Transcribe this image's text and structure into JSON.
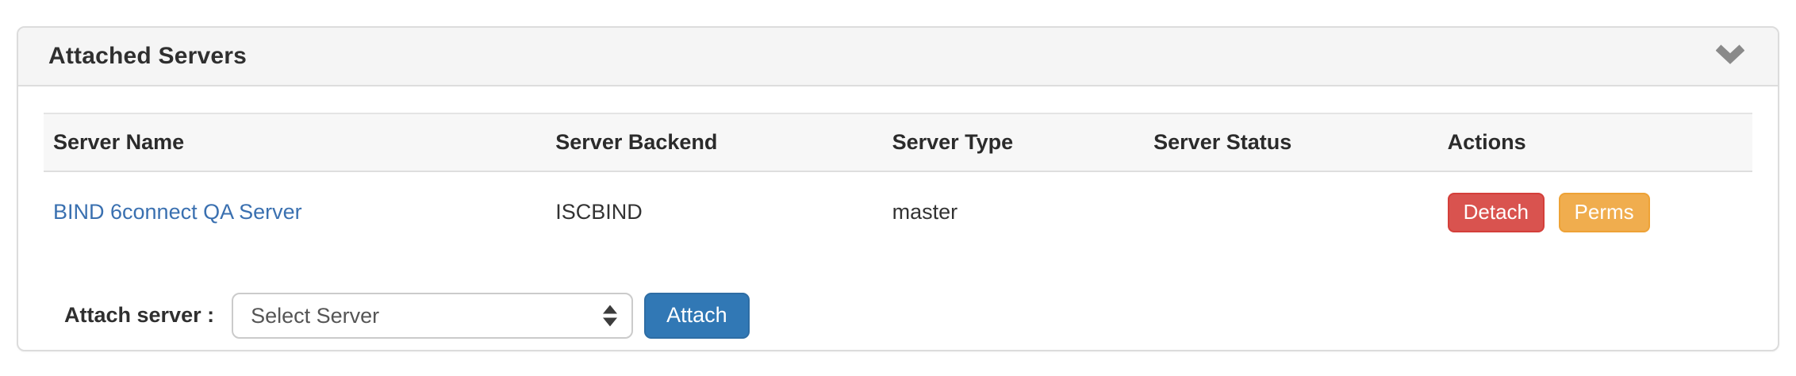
{
  "panel": {
    "title": "Attached Servers",
    "collapse_icon": "chevron-down-icon"
  },
  "table": {
    "columns": [
      "Server Name",
      "Server Backend",
      "Server Type",
      "Server Status",
      "Actions"
    ],
    "rows": [
      {
        "name": "BIND 6connect QA Server",
        "backend": "ISCBIND",
        "type": "master",
        "status": "",
        "actions": [
          {
            "label": "Detach",
            "color": "#d9534f"
          },
          {
            "label": "Perms",
            "color": "#f0ad4e"
          }
        ]
      }
    ]
  },
  "attach_form": {
    "label": "Attach server :",
    "select_value": "Select Server",
    "button_label": "Attach"
  },
  "colors": {
    "danger": "#d9534f",
    "warning": "#f0ad4e",
    "primary": "#3178b5",
    "link": "#3a70b0",
    "heading_bg": "#f5f5f5",
    "table_header_bg": "#f7f7f7",
    "panel_border": "#dcdcdc"
  }
}
